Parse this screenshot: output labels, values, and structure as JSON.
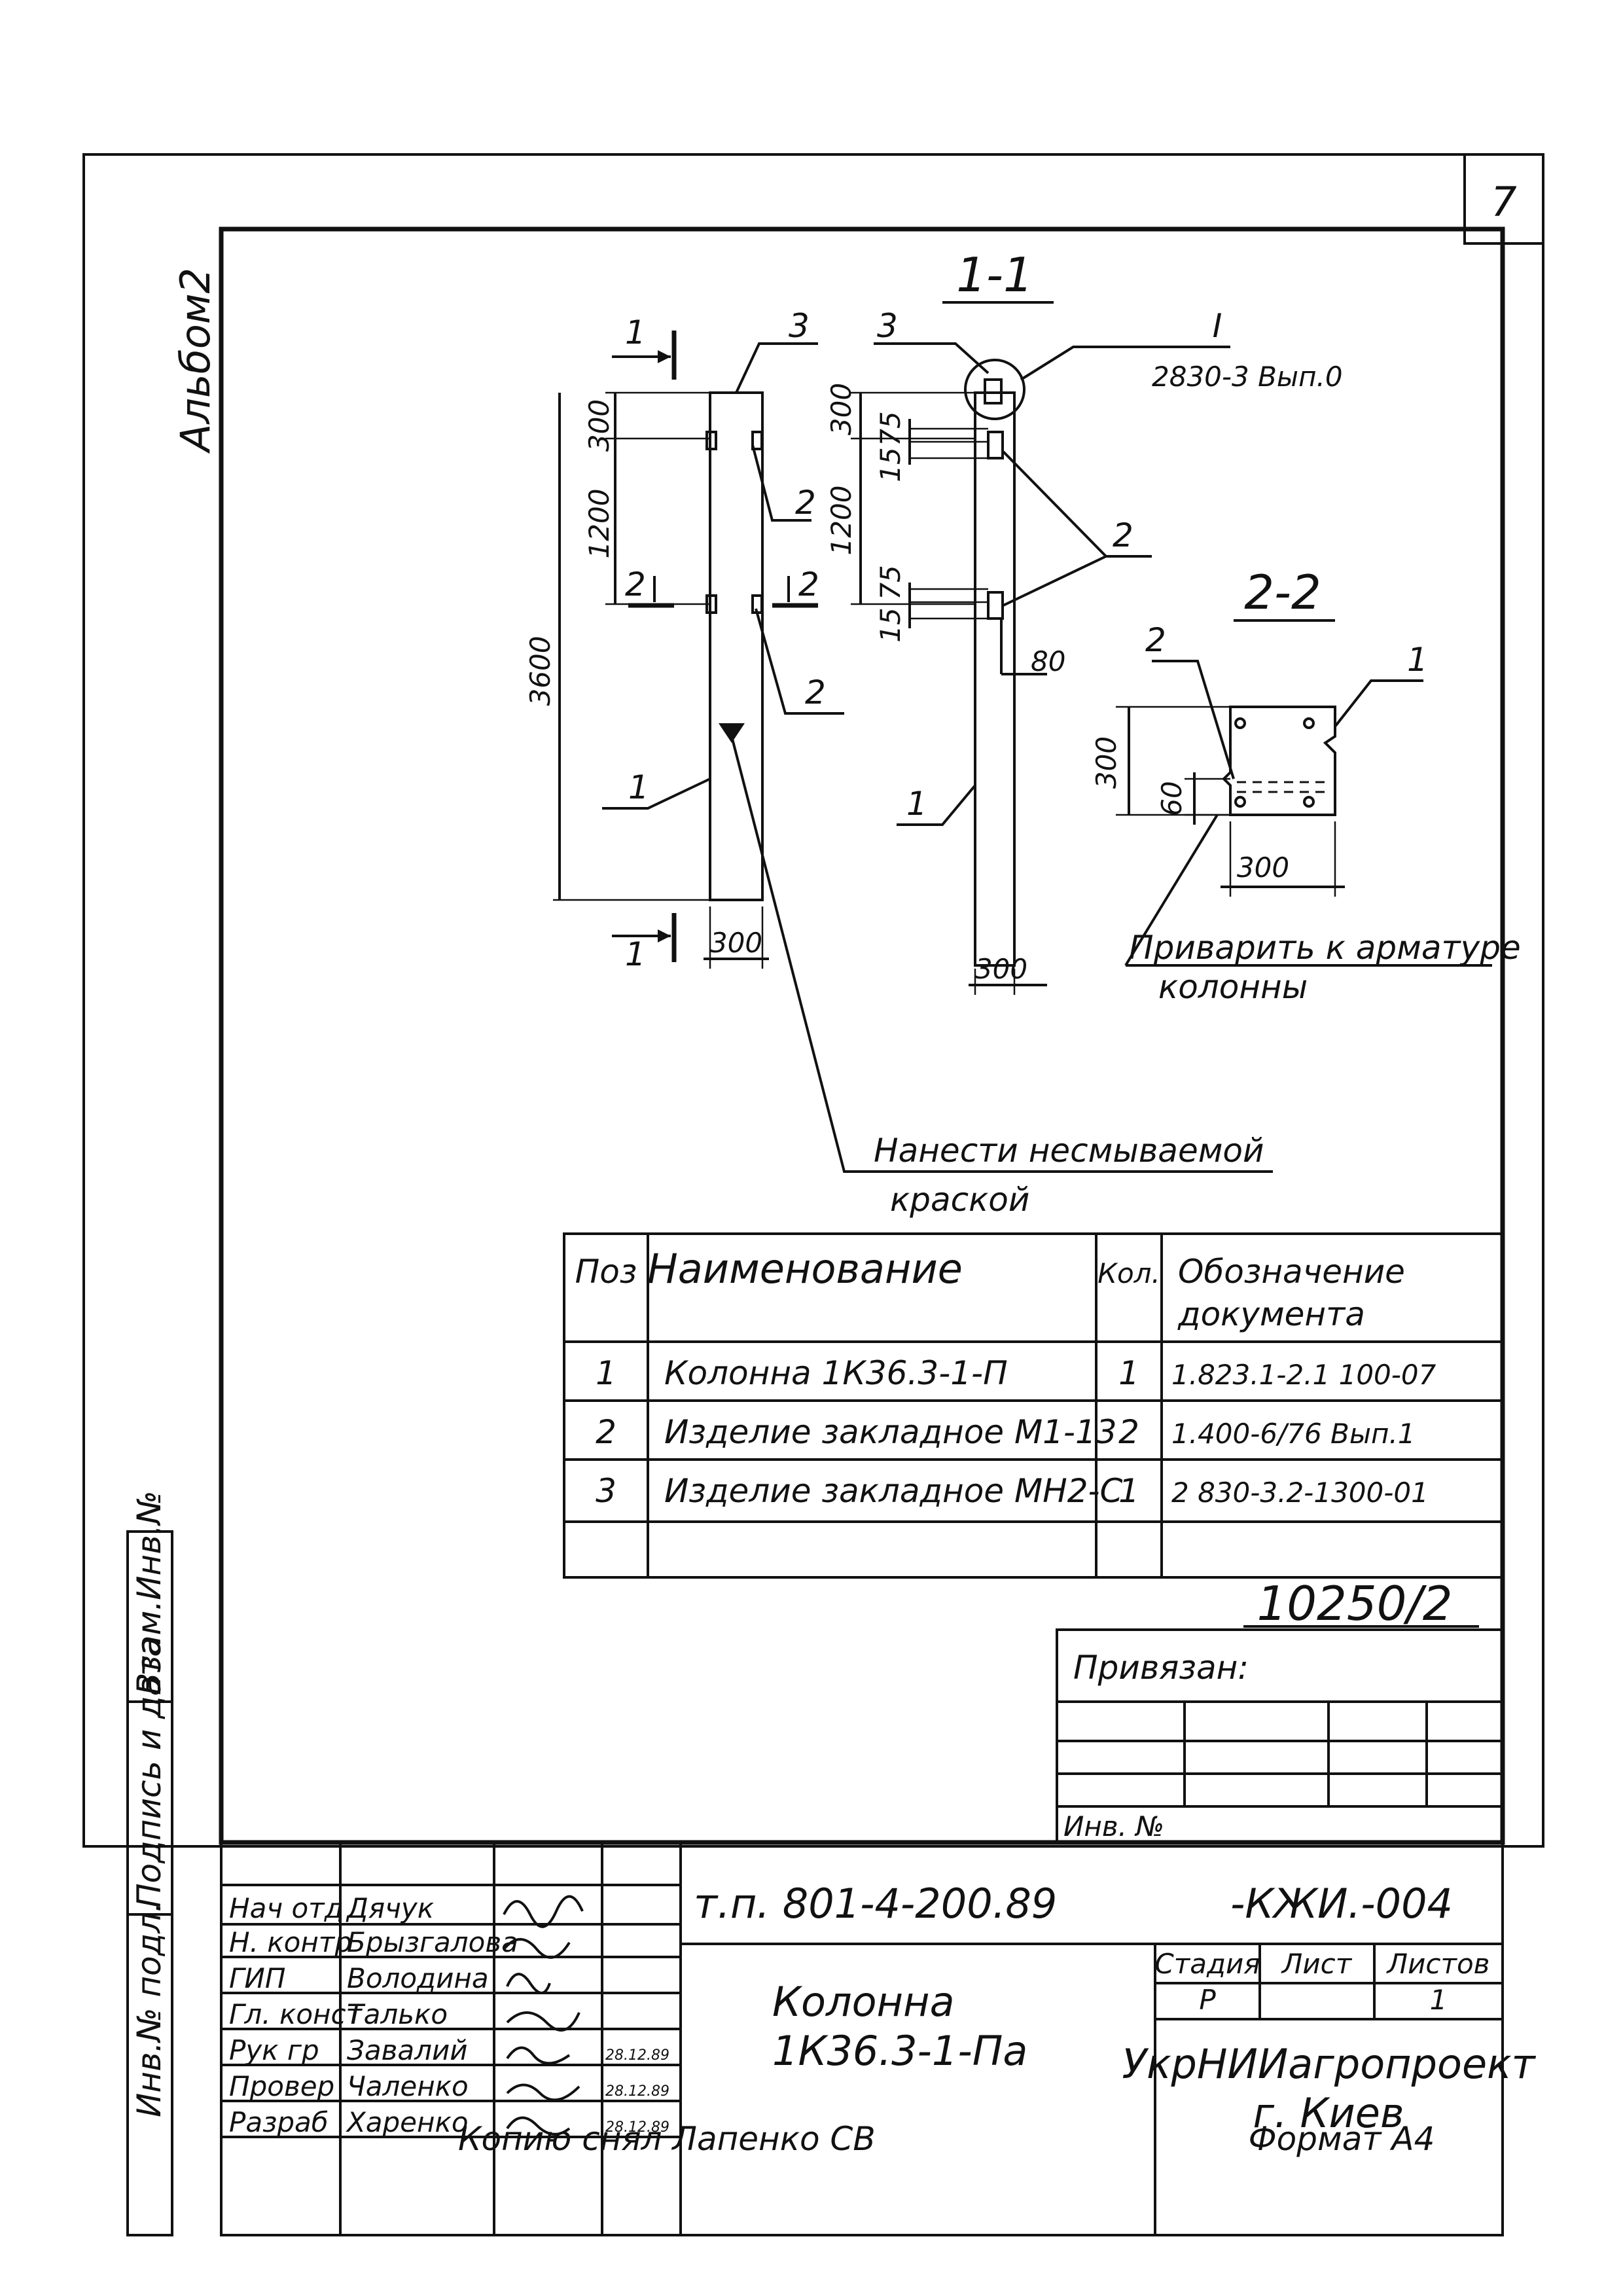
{
  "sheet_number": "7",
  "album_label": "Альбом2",
  "section_1": {
    "title": "1-1",
    "cut_mark": "1",
    "cut_mark_bottom": "1",
    "pos_labels": {
      "p1": "1",
      "p2a": "2",
      "p2b": "2",
      "p3": "3"
    },
    "section_2_mark": "2",
    "dimensions": {
      "top": "300",
      "mid": "1200",
      "total": "3600",
      "width": "300"
    }
  },
  "section_side": {
    "pos_labels": {
      "p1": "1",
      "p2": "2",
      "p3": "3"
    },
    "node_label": "I",
    "node_ref": "2830-3 Вып.0",
    "dimensions": {
      "top": "300",
      "mid": "1200",
      "d75a": "75",
      "d15": "15",
      "d75b": "75",
      "d15b": "15",
      "d80": "80",
      "width": "300"
    }
  },
  "section_2": {
    "title": "2-2",
    "pos_labels": {
      "p1": "1",
      "p2": "2"
    },
    "dimensions": {
      "height": "300",
      "offset": "60",
      "width": "300"
    },
    "note_line1": "Приварить к арматуре",
    "note_line2": "колонны"
  },
  "paint_note": {
    "line1": "Нанести несмываемой",
    "line2": "краской"
  },
  "spec_table": {
    "headers": {
      "pos": "Поз",
      "name": "Наименование",
      "qty": "Кол.",
      "doc_line1": "Обозначение",
      "doc_line2": "документа"
    },
    "rows": [
      {
        "pos": "1",
        "name": "Колонна 1К36.3-1-П",
        "qty": "1",
        "doc": "1.823.1-2.1  100-07"
      },
      {
        "pos": "2",
        "name": "Изделие закладное М1-13",
        "qty": "2",
        "doc": "1.400-6/76  Вып.1"
      },
      {
        "pos": "3",
        "name": "Изделие закладное МН2-С",
        "qty": "1",
        "doc": "2 830-3.2-1300-01"
      }
    ]
  },
  "archive_number": "10250/2",
  "binding": {
    "label": "Привязан:",
    "inv_label": "Инв. №"
  },
  "side_stamp": {
    "vzam": "Взам.Инв.№",
    "podpis": "Подпись и дата",
    "inv": "Инв.№ подл."
  },
  "title_block": {
    "project_code": "т.п. 801-4-200.89",
    "doc_code": "-КЖИ.-004",
    "title_line1": "Колонна",
    "title_line2": "1К36.3-1-Па",
    "stage_label": "Стадия",
    "sheet_label": "Лист",
    "sheets_label": "Листов",
    "stage_value": "Р",
    "sheets_value": "1",
    "org_line1": "УкрНИИагропроект",
    "org_line2": "г. Киев",
    "signers": [
      {
        "role": "Нач отд",
        "name": "Дячук"
      },
      {
        "role": "Н. контр",
        "name": "Брызгалова"
      },
      {
        "role": "ГИП",
        "name": "Володина"
      },
      {
        "role": "Гл. конст",
        "name": "Талько"
      },
      {
        "role": "Рук гр",
        "name": "Завалий"
      },
      {
        "role": "Провер",
        "name": "Чаленко"
      },
      {
        "role": "Разраб",
        "name": "Харенко"
      }
    ],
    "dates": [
      "28.12.89",
      "28.12.89",
      "28.12.89"
    ],
    "copy_line": "Копию снял Лапенко СВ",
    "format_label": "Формат А4"
  }
}
